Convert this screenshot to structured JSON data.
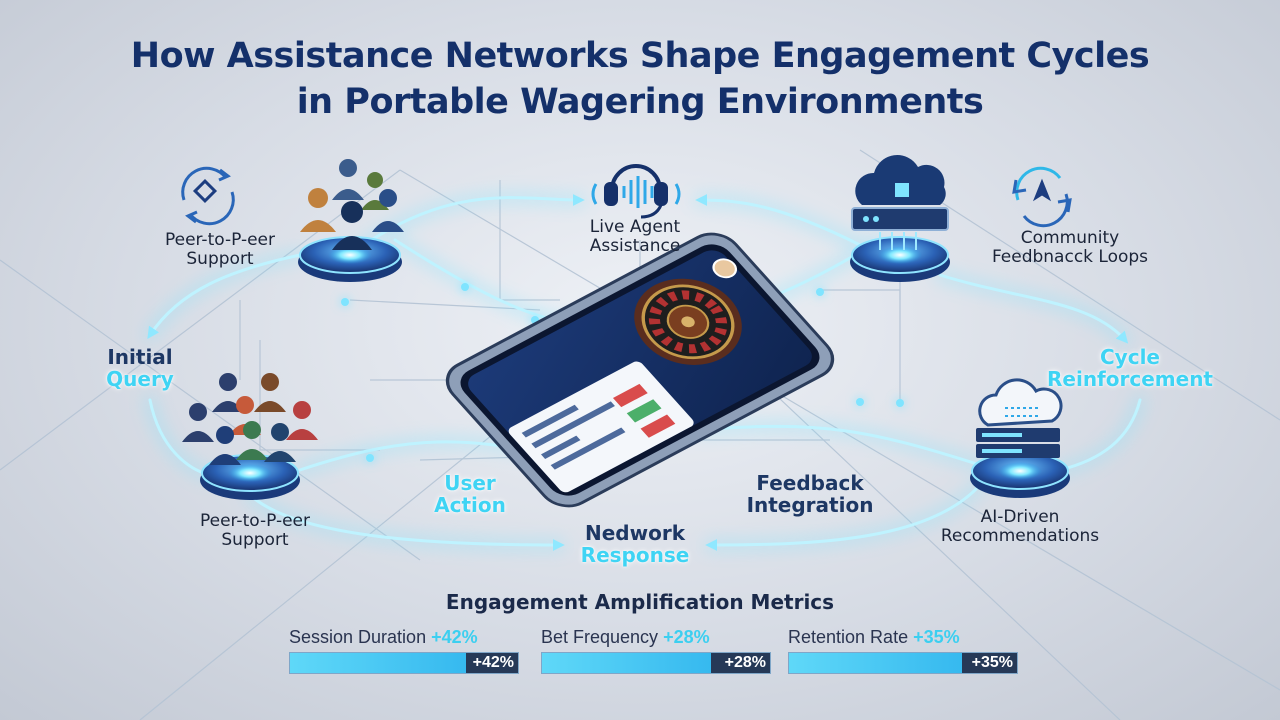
{
  "title_line1": "How Assistance Networks Shape Engagement Cycles",
  "title_line2": "in Portable Wagering Environments",
  "nodes": {
    "peer_top": {
      "line1": "Peer-to-P-eer",
      "line2": "Support"
    },
    "live_agent": {
      "line1": "Live Agent",
      "line2": "Assistance"
    },
    "community": {
      "line1": "Community",
      "line2": "Feedbnacck Loops"
    },
    "peer_bottom": {
      "line1": "Peer-to-P-eer",
      "line2": "Support"
    },
    "ai": {
      "line1": "AI-Driven",
      "line2": "Recommendations"
    }
  },
  "flow": {
    "initial_query": {
      "line1": "Initial",
      "line2": "Query"
    },
    "cycle_reinforcement": {
      "line1": "Cycle",
      "line2": "Reinforcement"
    },
    "user_action": {
      "line1": "User",
      "line2": "Action"
    },
    "feedback_integration": {
      "line1": "Feedback",
      "line2": "Integration"
    },
    "network_response": {
      "line1": "Nedwork",
      "line2": "Response"
    }
  },
  "metrics_title": "Engagement Amplification Metrics",
  "metrics": [
    {
      "label": "Session Duration",
      "value": "+42%",
      "bar_label": "+42%",
      "fill": 0.77
    },
    {
      "label": "Bet Frequency",
      "value": "+28%",
      "bar_label": "+28%",
      "fill": 0.74
    },
    {
      "label": "Retention Rate",
      "value": "+35%",
      "bar_label": "+35%",
      "fill": 0.76
    }
  ],
  "colors": {
    "accent": "#3fd4f4",
    "title": "#14306a",
    "node": "#1f4f9e",
    "glow": "#7fe4ff"
  },
  "icons": [
    "refresh-diamond-icon",
    "people-group-icon",
    "headset-icon",
    "cloud-server-icon",
    "refresh-compass-icon",
    "smartphone-icon",
    "roulette-wheel-icon"
  ]
}
